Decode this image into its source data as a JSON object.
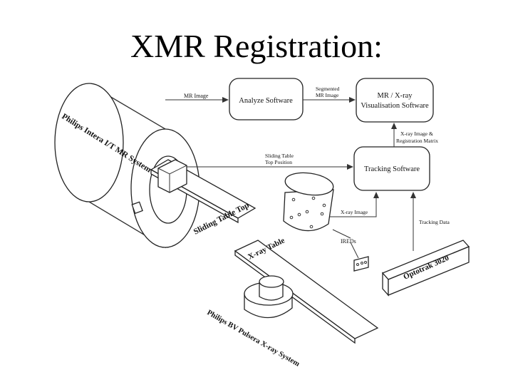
{
  "title": "XMR Registration:",
  "boxes": {
    "analyze": "Analyze Software",
    "mrxray_line1": "MR / X-ray",
    "mrxray_line2": "Visualisation Software",
    "tracking": "Tracking Software"
  },
  "arrows": {
    "mr_image": "MR Image",
    "segmented_line1": "Segmented",
    "segmented_line2": "MR Image",
    "xray_reg_line1": "X-ray Image &",
    "xray_reg_line2": "Registration Matrix",
    "sliding_top_line1": "Sliding Table",
    "sliding_top_line2": "Top Position",
    "xray_image": "X-ray Image",
    "tracking_data": "Tracking Data"
  },
  "labels": {
    "mr_system": "Philips Intera I/T MR System",
    "sliding_table": "Sliding Table Top",
    "xray_table": "X-ray Table",
    "ireds": "IREDs",
    "optotrak": "Optotrak 3020",
    "bv_system": "Philips BV Pulsera X-ray System"
  }
}
